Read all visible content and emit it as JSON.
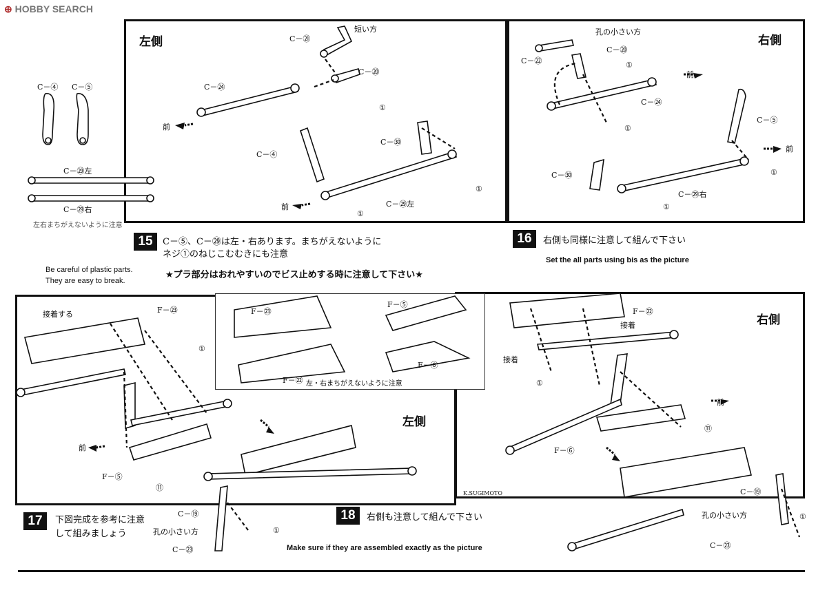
{
  "watermark": {
    "brand": "HOBBY SEARCH"
  },
  "panel15": {
    "side_left": "左側",
    "labels": {
      "c21": "C－㉑",
      "short": "短い方",
      "c24": "C－㉔",
      "c20": "C－⑳",
      "screw1": "①",
      "front": "前",
      "c4": "C－④",
      "c30": "C－㉚",
      "c29_left": "C－㉙左"
    }
  },
  "panel16": {
    "side_right": "右側",
    "labels": {
      "hole_small": "孔の小さい方",
      "c22": "C－㉒",
      "c20": "C－⑳",
      "screw1": "①",
      "front": "前",
      "c24": "C－㉔",
      "c5": "C－⑤",
      "c30": "C－㉚",
      "c29_right": "C－㉙右"
    }
  },
  "parts_left": {
    "c4": "C－④",
    "c5": "C－⑤",
    "c29_left": "C－㉙左",
    "c29_right": "C－㉙右",
    "caption": "左右まちがえないように注意"
  },
  "step15": {
    "num": "15",
    "jp_line1": "C－⑤、C－㉙は左・右あります。まちがえないように",
    "jp_line2": "ネジ①のねじこむむきにも注意"
  },
  "step16": {
    "num": "16",
    "jp": "右側も同様に注意して組んで下さい",
    "en": "Set the all parts using bis as the picture"
  },
  "caution": {
    "en_line1": "Be careful of plastic parts.",
    "en_line2": "They are easy to break.",
    "jp": "★プラ部分はおれやすいのでビス止めする時に注意して下さい★"
  },
  "panel17": {
    "labels": {
      "glue": "接着する",
      "f23": "F－㉓",
      "screw1": "①",
      "front": "前",
      "f5": "F－⑤",
      "screw11": "⑪",
      "side_left": "左側"
    }
  },
  "parts_center": {
    "f23": "F－㉓",
    "f5": "F－⑤",
    "f22": "F－㉒",
    "f6": "F－⑥",
    "caption": "左・右まちがえないように注意"
  },
  "panel18": {
    "labels": {
      "side_right": "右側",
      "f22": "F－㉒",
      "glue1": "接着",
      "glue2": "接着",
      "screw1": "①",
      "front": "前",
      "screw11": "⑪",
      "f6": "F－⑥",
      "c19": "C－⑲",
      "hole_small": "孔の小さい方",
      "c23": "C－㉓",
      "signature": "K.SUGIMOTO"
    }
  },
  "step17": {
    "num": "17",
    "jp_line1": "下図完成を参考に注意",
    "jp_line2": "して組みましょう",
    "c19": "C－⑲",
    "hole_small": "孔の小さい方",
    "screw1": "①",
    "c23": "C－㉓"
  },
  "step18": {
    "num": "18",
    "jp": "右側も注意して組んで下さい",
    "en": "Make sure if they are assembled exactly as the picture"
  }
}
